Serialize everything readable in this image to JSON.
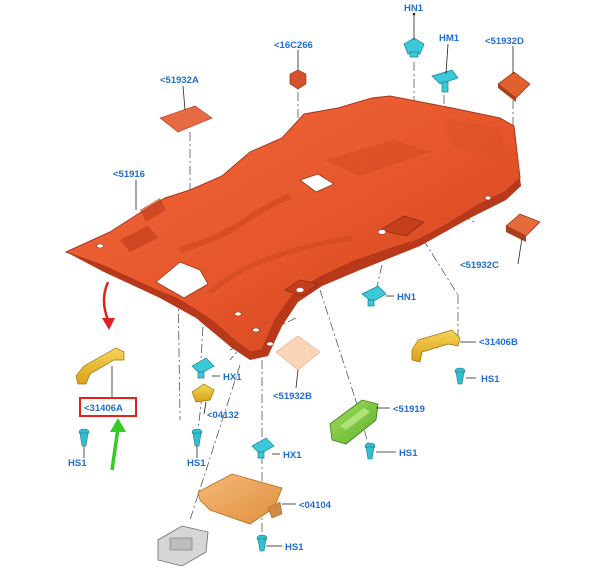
{
  "diagram": {
    "colors": {
      "headliner": "#e6552b",
      "headliner_dark": "#b8381a",
      "label": "#1f6fd1",
      "clip": "#3cc8d8",
      "handle": "#f2c12e",
      "visor": "#f2a55c",
      "dome_lamp": "#7ccc3e",
      "sensor_pad": "#e86a45",
      "highlight_box": "#e8201c",
      "pointer_green": "#33cc22",
      "pointer_red": "#e02020"
    },
    "labels": {
      "hn1_top": "HN1",
      "hm1": "HM1",
      "c16c266": "<16C266",
      "c51932d": "<51932D",
      "c51932a": "<51932A",
      "c51916": "<51916",
      "c51932c": "<51932C",
      "hn1_mid": "HN1",
      "c31406b": "<31406B",
      "hs1_right": "HS1",
      "hx1_mid": "HX1",
      "c04132": "<04132",
      "c51932b": "<51932B",
      "c51919": "<51919",
      "hs1_lamp": "HS1",
      "c31406a": "<31406A",
      "hs1_left": "HS1",
      "hs1_mid": "HS1",
      "hx1_low": "HX1",
      "c04104": "<04104",
      "hs1_bottom": "HS1"
    }
  }
}
